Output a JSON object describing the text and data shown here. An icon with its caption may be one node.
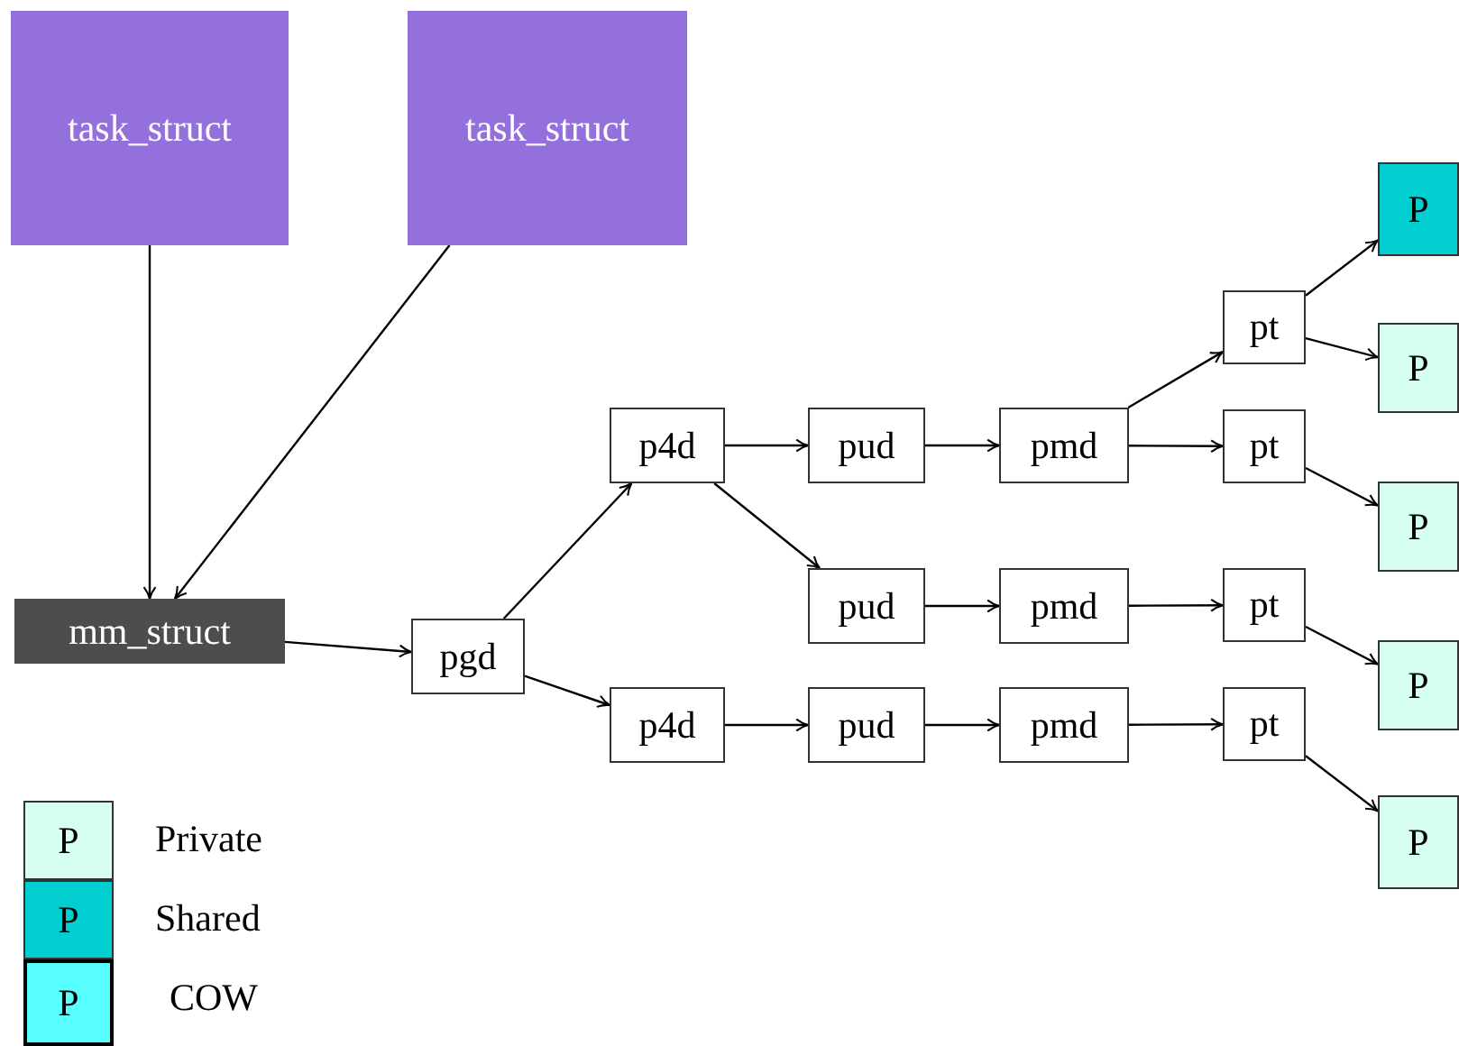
{
  "diagram": {
    "nodes": [
      {
        "text": [
          "task_struct"
        ]
      },
      {
        "text": [
          "task_struct"
        ]
      },
      {
        "text": [
          "mm_struct"
        ]
      },
      {
        "text": [
          "pgd"
        ]
      },
      {
        "text": [
          "p4d"
        ]
      },
      {
        "text": [
          "p4d"
        ]
      },
      {
        "text": [
          "pud"
        ]
      },
      {
        "text": [
          "pud"
        ]
      },
      {
        "text": [
          "pud"
        ]
      },
      {
        "text": [
          "pmd"
        ]
      },
      {
        "text": [
          "pmd"
        ]
      },
      {
        "text": [
          "pmd"
        ]
      },
      {
        "text": [
          "pt"
        ]
      },
      {
        "text": [
          "pt"
        ]
      },
      {
        "text": [
          "pt"
        ]
      },
      {
        "text": [
          "pt"
        ]
      },
      {
        "text": [
          "P"
        ]
      },
      {
        "text": [
          "P"
        ]
      },
      {
        "text": [
          "P"
        ]
      },
      {
        "text": [
          "P"
        ]
      },
      {
        "text": [
          "P"
        ]
      }
    ],
    "edges": [
      {
        "from": 0,
        "to": 2,
        "arrow": "to"
      },
      {
        "from": 1,
        "to": 2,
        "arrow": "to"
      },
      {
        "from": 2,
        "to": 3,
        "arrow": "to"
      },
      {
        "from": 3,
        "to": 4,
        "arrow": "to"
      },
      {
        "from": 3,
        "to": 5,
        "arrow": "to"
      },
      {
        "from": 4,
        "to": 6,
        "arrow": "to"
      },
      {
        "from": 4,
        "to": 7,
        "arrow": "to"
      },
      {
        "from": 5,
        "to": 8,
        "arrow": "to"
      },
      {
        "from": 6,
        "to": 9,
        "arrow": "to"
      },
      {
        "from": 7,
        "to": 10,
        "arrow": "to"
      },
      {
        "from": 8,
        "to": 11,
        "arrow": "to"
      },
      {
        "from": 9,
        "to": 12,
        "arrow": "to"
      },
      {
        "from": 9,
        "to": 13,
        "arrow": "to"
      },
      {
        "from": 10,
        "to": 14,
        "arrow": "to"
      },
      {
        "from": 11,
        "to": 15,
        "arrow": "to"
      },
      {
        "from": 12,
        "to": 16,
        "arrow": "to"
      },
      {
        "from": 12,
        "to": 17,
        "arrow": "to"
      },
      {
        "from": 13,
        "to": 18,
        "arrow": "to"
      },
      {
        "from": 14,
        "to": 19,
        "arrow": "to"
      },
      {
        "from": 15,
        "to": 20,
        "arrow": "to"
      }
    ],
    "labels": [
      "P",
      "P",
      "P"
    ],
    "legend": [
      {
        "text": "Private",
        "color": "#d6fff0"
      },
      {
        "text": "Shared",
        "color": "#00ced1"
      },
      {
        "text": "COW",
        "color": "#57ffff"
      }
    ]
  }
}
